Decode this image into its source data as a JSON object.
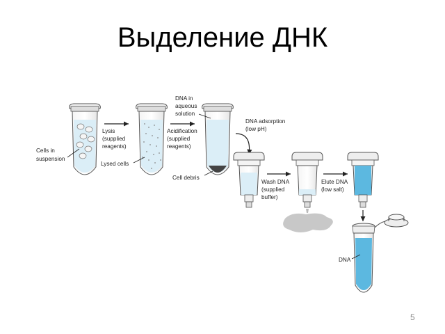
{
  "slide": {
    "title": "Выделение ДНК",
    "page_number": "5"
  },
  "labels": {
    "cells_in_suspension": [
      "Cells in",
      "suspension"
    ],
    "lysis": [
      "Lysis",
      "(supplied",
      "reagents)"
    ],
    "lysed_cells": "Lysed cells",
    "acidification": [
      "Acidification",
      "(supplied",
      "reagents)"
    ],
    "dna_in_aqueous": [
      "DNA in",
      "aqueous",
      "solution"
    ],
    "cell_debris": "Cell debris",
    "dna_adsorption": [
      "DNA adsorption",
      "(low pH)"
    ],
    "wash_dna": [
      "Wash DNA",
      "(supplied",
      "buffer)"
    ],
    "elute_dna": [
      "Elute DNA",
      "(low salt)"
    ],
    "dna": "DNA"
  },
  "colors": {
    "liquid_light": "#dbeef7",
    "liquid_blue": "#5cb8e0",
    "tube_outline": "#555555",
    "debris": "#444444",
    "spill": "#c8c8c8"
  }
}
